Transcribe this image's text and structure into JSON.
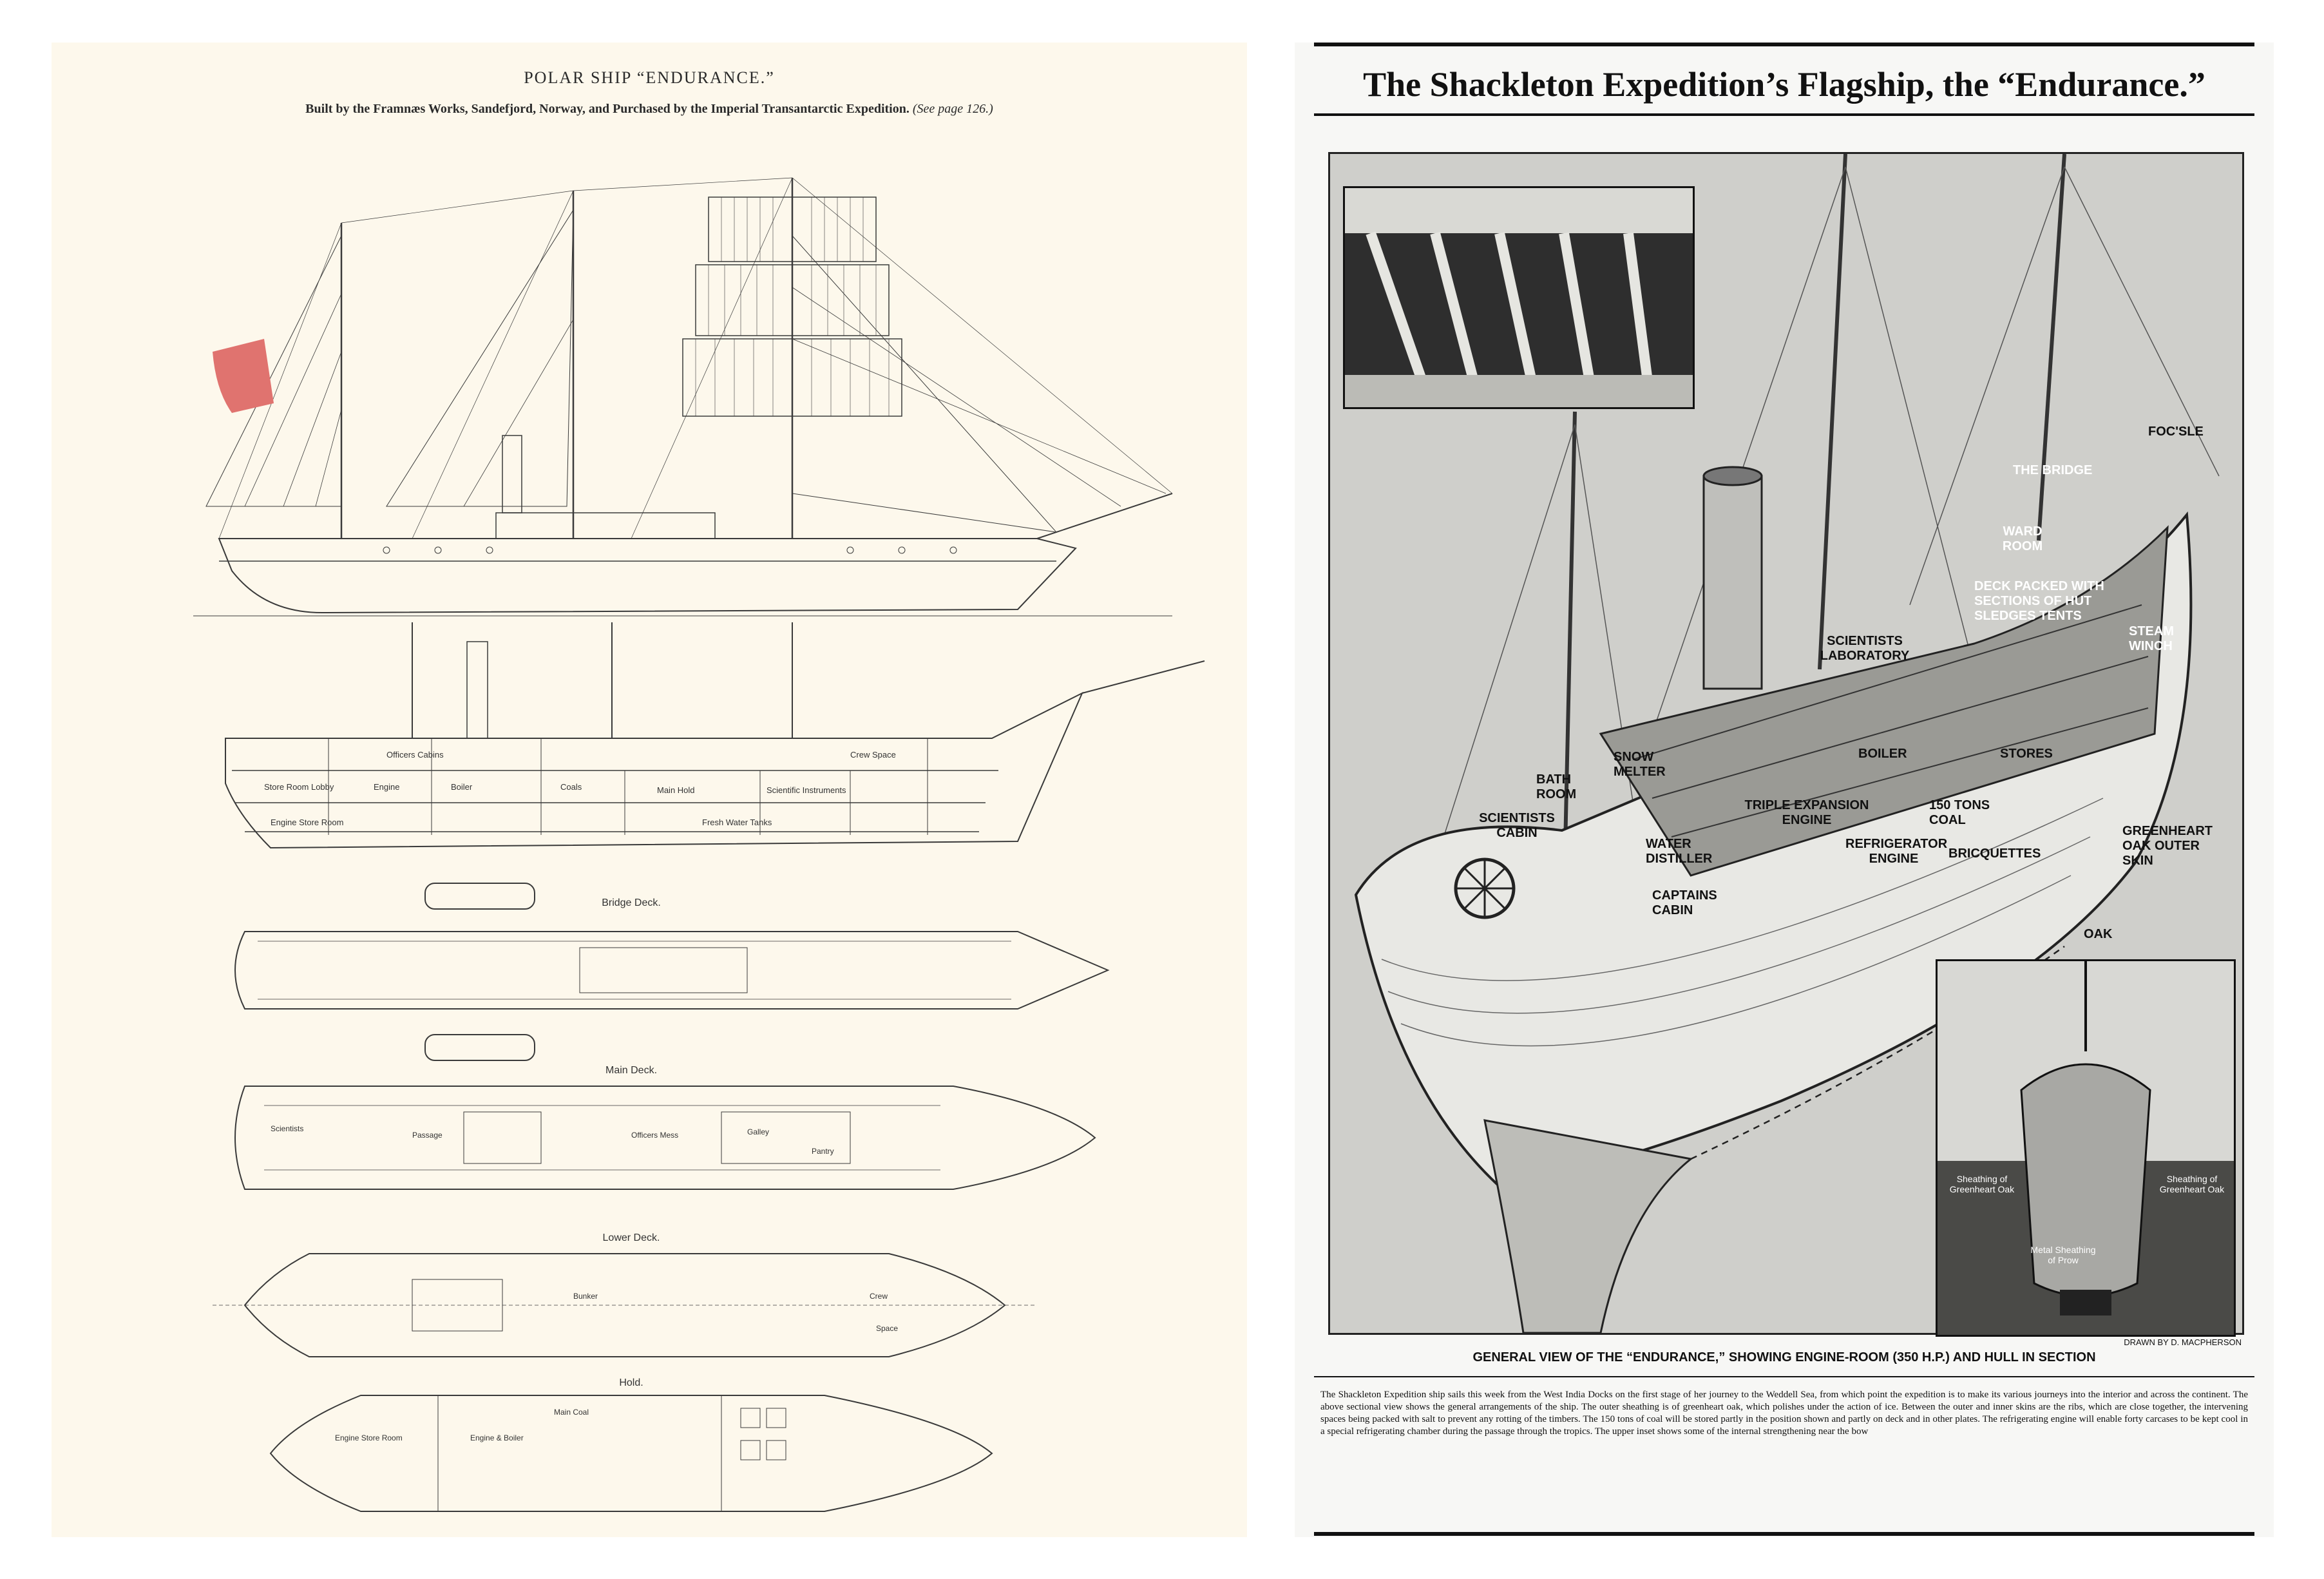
{
  "left_plan": {
    "title": "POLAR SHIP “ENDURANCE.”",
    "subtitle": "Built by the Framnæs Works, Sandefjord, Norway, and Purchased by the Imperial Transantarctic Expedition.",
    "page_ref": "(See page 126.)",
    "flag_color": "#e0736f",
    "section_labels": {
      "officers_cabins": "Officers Cabins",
      "store_room_lobby": "Store Room Lobby",
      "engine": "Engine",
      "boiler": "Boiler",
      "coals": "Coals",
      "main_hold": "Main Hold",
      "crew_space": "Crew Space",
      "scientific_instruments": "Scientific Instruments",
      "fresh_water_tanks": "Fresh Water Tanks",
      "engine_store_room": "Engine Store Room"
    },
    "decks": {
      "bridge": "Bridge Deck.",
      "main": "Main Deck.",
      "lower": "Lower Deck.",
      "hold": "Hold."
    },
    "deck_labels": {
      "passage": "Passage",
      "galley": "Galley",
      "pantry": "Pantry",
      "officers_mess": "Officers Mess",
      "scientists": "Scientists",
      "bunker": "Bunker",
      "crew": "Crew",
      "space": "Space",
      "main_coal": "Main Coal",
      "engine_boiler": "Engine & Boiler",
      "engine_store_room": "Engine Store Room"
    }
  },
  "right_page": {
    "headline": "The Shackleton Expedition’s Flagship, the “Endurance.”",
    "labels": {
      "the_bridge": "THE BRIDGE",
      "foc_sle": "FOC'SLE",
      "ward_room": "WARD ROOM",
      "deck_packed": "DECK PACKED WITH SECTIONS OF HUT SLEDGES TENTS",
      "steam_winch": "STEAM WINCH",
      "scientists_laboratory": "SCIENTISTS LABORATORY",
      "boiler": "BOILER",
      "stores": "STORES",
      "bath_room": "BATH ROOM",
      "snow_melter": "SNOW MELTER",
      "scientists_cabin": "SCIENTISTS CABIN",
      "triple_expansion_engine": "TRIPLE EXPANSION ENGINE",
      "tons_coal": "150 TONS COAL",
      "bricquettes": "BRICQUETTES",
      "refrigerator_engine": "REFRIGERATOR ENGINE",
      "water_distiller": "WATER DISTILLER",
      "captains_cabin": "CAPTAINS CABIN",
      "greenheart_oak": "GREENHEART OAK OUTER SKIN",
      "oak": "OAK"
    },
    "inset_labels": {
      "sheathing_left": "Sheathing of Greenheart Oak",
      "sheathing_right": "Sheathing of Greenheart Oak",
      "metal_sheathing": "Metal Sheathing of Prow"
    },
    "credit": "DRAWN BY D. MACPHERSON",
    "caption": "GENERAL VIEW OF THE “ENDURANCE,” SHOWING ENGINE-ROOM (350 H.P.) AND HULL IN SECTION",
    "description": "The Shackleton Expedition ship sails this week from the West India Docks on the first stage of her journey to the Weddell Sea, from which point the expedition is to make its various journeys into the interior and across the continent. The above sectional view shows the general arrangements of the ship. The outer sheathing is of greenheart oak, which polishes under the action of ice. Between the outer and inner skins are the ribs, which are close together, the intervening spaces being packed with salt to prevent any rotting of the timbers. The 150 tons of coal will be stored partly in the position shown and partly on deck and in other plates. The refrigerating engine will enable forty carcases to be kept cool in a special refrigerating chamber during the passage through the tropics. The upper inset shows some of the internal strengthening near the bow"
  }
}
